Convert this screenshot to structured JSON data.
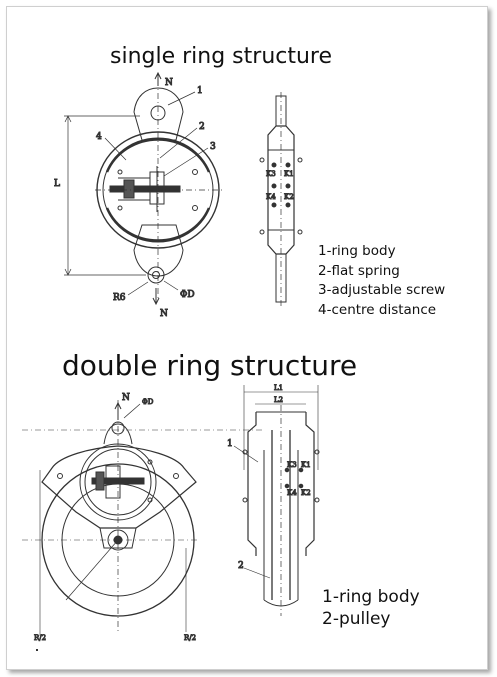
{
  "single": {
    "title": "single ring structure",
    "legend": [
      "1-ring body",
      "2-flat spring",
      "3-adjustable screw",
      "4-centre distance"
    ],
    "labels": {
      "n_top": "N",
      "n_bottom": "N",
      "length": "L",
      "radius": "R6",
      "diameter": "ΦD",
      "c1": "1",
      "c2": "2",
      "c3": "3",
      "c4": "4",
      "k3": "K3",
      "k1": "K1",
      "k4": "K4",
      "k2": "K2"
    }
  },
  "double": {
    "title": "double ring structure",
    "legend": [
      "1-ring body",
      "2-pulley"
    ],
    "labels": {
      "n_top": "N",
      "diameter": "ΦD",
      "l1": "L1",
      "l2": "L2",
      "c1": "1",
      "c2": "2",
      "k3": "K3",
      "k1": "K1",
      "k4": "K4",
      "k2": "K2",
      "r_inner": "R/2",
      "r_outer": "R/2"
    }
  }
}
